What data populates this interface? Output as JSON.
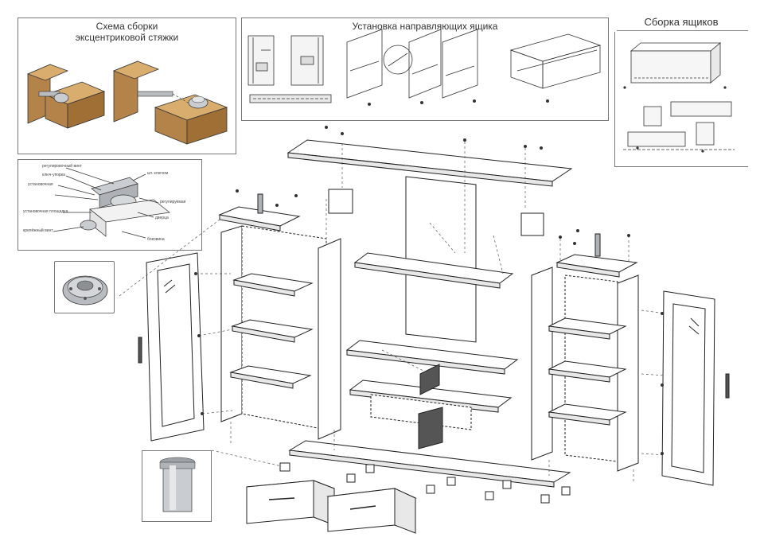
{
  "panels": {
    "eccentric": {
      "title_line1": "Схема сборки",
      "title_line2": "эксцентриковой стяжки"
    },
    "rails": {
      "title": "Установка направляющих ящика"
    },
    "drawers": {
      "title": "Сборка ящиков"
    },
    "hinge": {
      "callouts": [
        "регулировочный винт",
        "ключ-упорка",
        "установочная",
        "шт. ключом",
        "установочная площадка",
        "регулируемая",
        "крепёжный винт",
        "дверца",
        "боковина"
      ]
    }
  },
  "colors": {
    "wood": "#c89a5a",
    "wood_dark": "#9b6f37",
    "metal": "#b8bcc0",
    "line": "#2a2a2a",
    "panel_border": "#777777"
  },
  "icons": [
    "eccentric-fitting-icon",
    "drawer-rail-icon",
    "hinge-icon",
    "flange-icon",
    "furniture-leg-icon",
    "screw-icon"
  ]
}
